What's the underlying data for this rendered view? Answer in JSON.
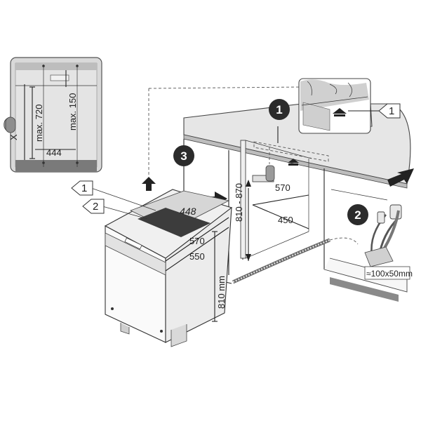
{
  "inset_panel": {
    "label_x": "X",
    "dim_max_720": "max. 720",
    "dim_max_150": "max. 150",
    "dim_444": "444"
  },
  "dishwasher": {
    "dim_448": "448",
    "dim_570": "570",
    "dim_550": "550",
    "dim_810mm": "810 mm"
  },
  "cabinet": {
    "dim_810_870": "810 - 870",
    "dim_570": "570",
    "dim_450": "450"
  },
  "utility_cutout": {
    "dim_100x50": "≈100x50mm"
  },
  "steps": {
    "step1": "1",
    "step2": "2",
    "step3": "3"
  },
  "callouts": {
    "c1_dishwasher": "1",
    "c2_dishwasher": "2",
    "c1_detail": "1"
  },
  "colors": {
    "badge": "#2b2b2b",
    "panel_fill": "#d9d9d9",
    "countertop": "#e6e6e6",
    "dark_strip": "#7a7a7a"
  }
}
